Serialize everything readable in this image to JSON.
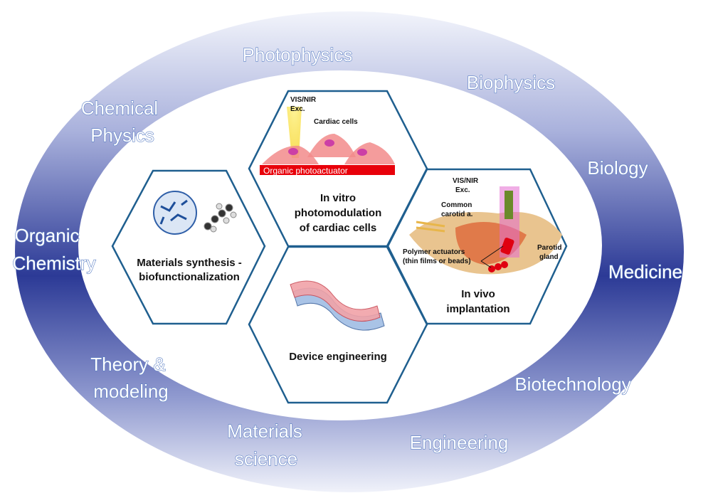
{
  "band_labels": {
    "photophysics": [
      "Photophysics"
    ],
    "biophysics": [
      "Biophysics"
    ],
    "chemical_physics": [
      "Chemical",
      "Physics"
    ],
    "biology": [
      "Biology"
    ],
    "organic_chemistry": [
      "Organic",
      "Chemistry"
    ],
    "medicine": [
      "Medicine"
    ],
    "theory_modeling": [
      "Theory &",
      "modeling"
    ],
    "biotechnology": [
      "Biotechnology"
    ],
    "materials_science": [
      "Materials",
      "science"
    ],
    "engineering": [
      "Engineering"
    ]
  },
  "hexagons": {
    "in_vitro": {
      "title": [
        "In vitro",
        "photomodulation",
        "of cardiac cells"
      ],
      "exc": [
        "VIS/NIR",
        "Exc."
      ],
      "cells": "Cardiac cells",
      "substrate": "Organic photoactuator"
    },
    "synthesis": {
      "title": [
        "Materials synthesis -",
        "biofunctionalization"
      ]
    },
    "in_vivo": {
      "title": [
        "In vivo",
        "implantation"
      ],
      "exc": [
        "VIS/NIR",
        "Exc."
      ],
      "artery": [
        "Common",
        "carotid a."
      ],
      "gland": [
        "Parotid",
        "gland"
      ],
      "actuators": [
        "Polymer actuators",
        "(thin films or beads)"
      ]
    },
    "device": {
      "title": [
        "Device engineering"
      ]
    }
  },
  "colors": {
    "band_dark": "#2c3a96",
    "band_light": "#eef1fa",
    "hex_stroke": "#1f5f8f",
    "photoactuator": "#e8000a"
  }
}
